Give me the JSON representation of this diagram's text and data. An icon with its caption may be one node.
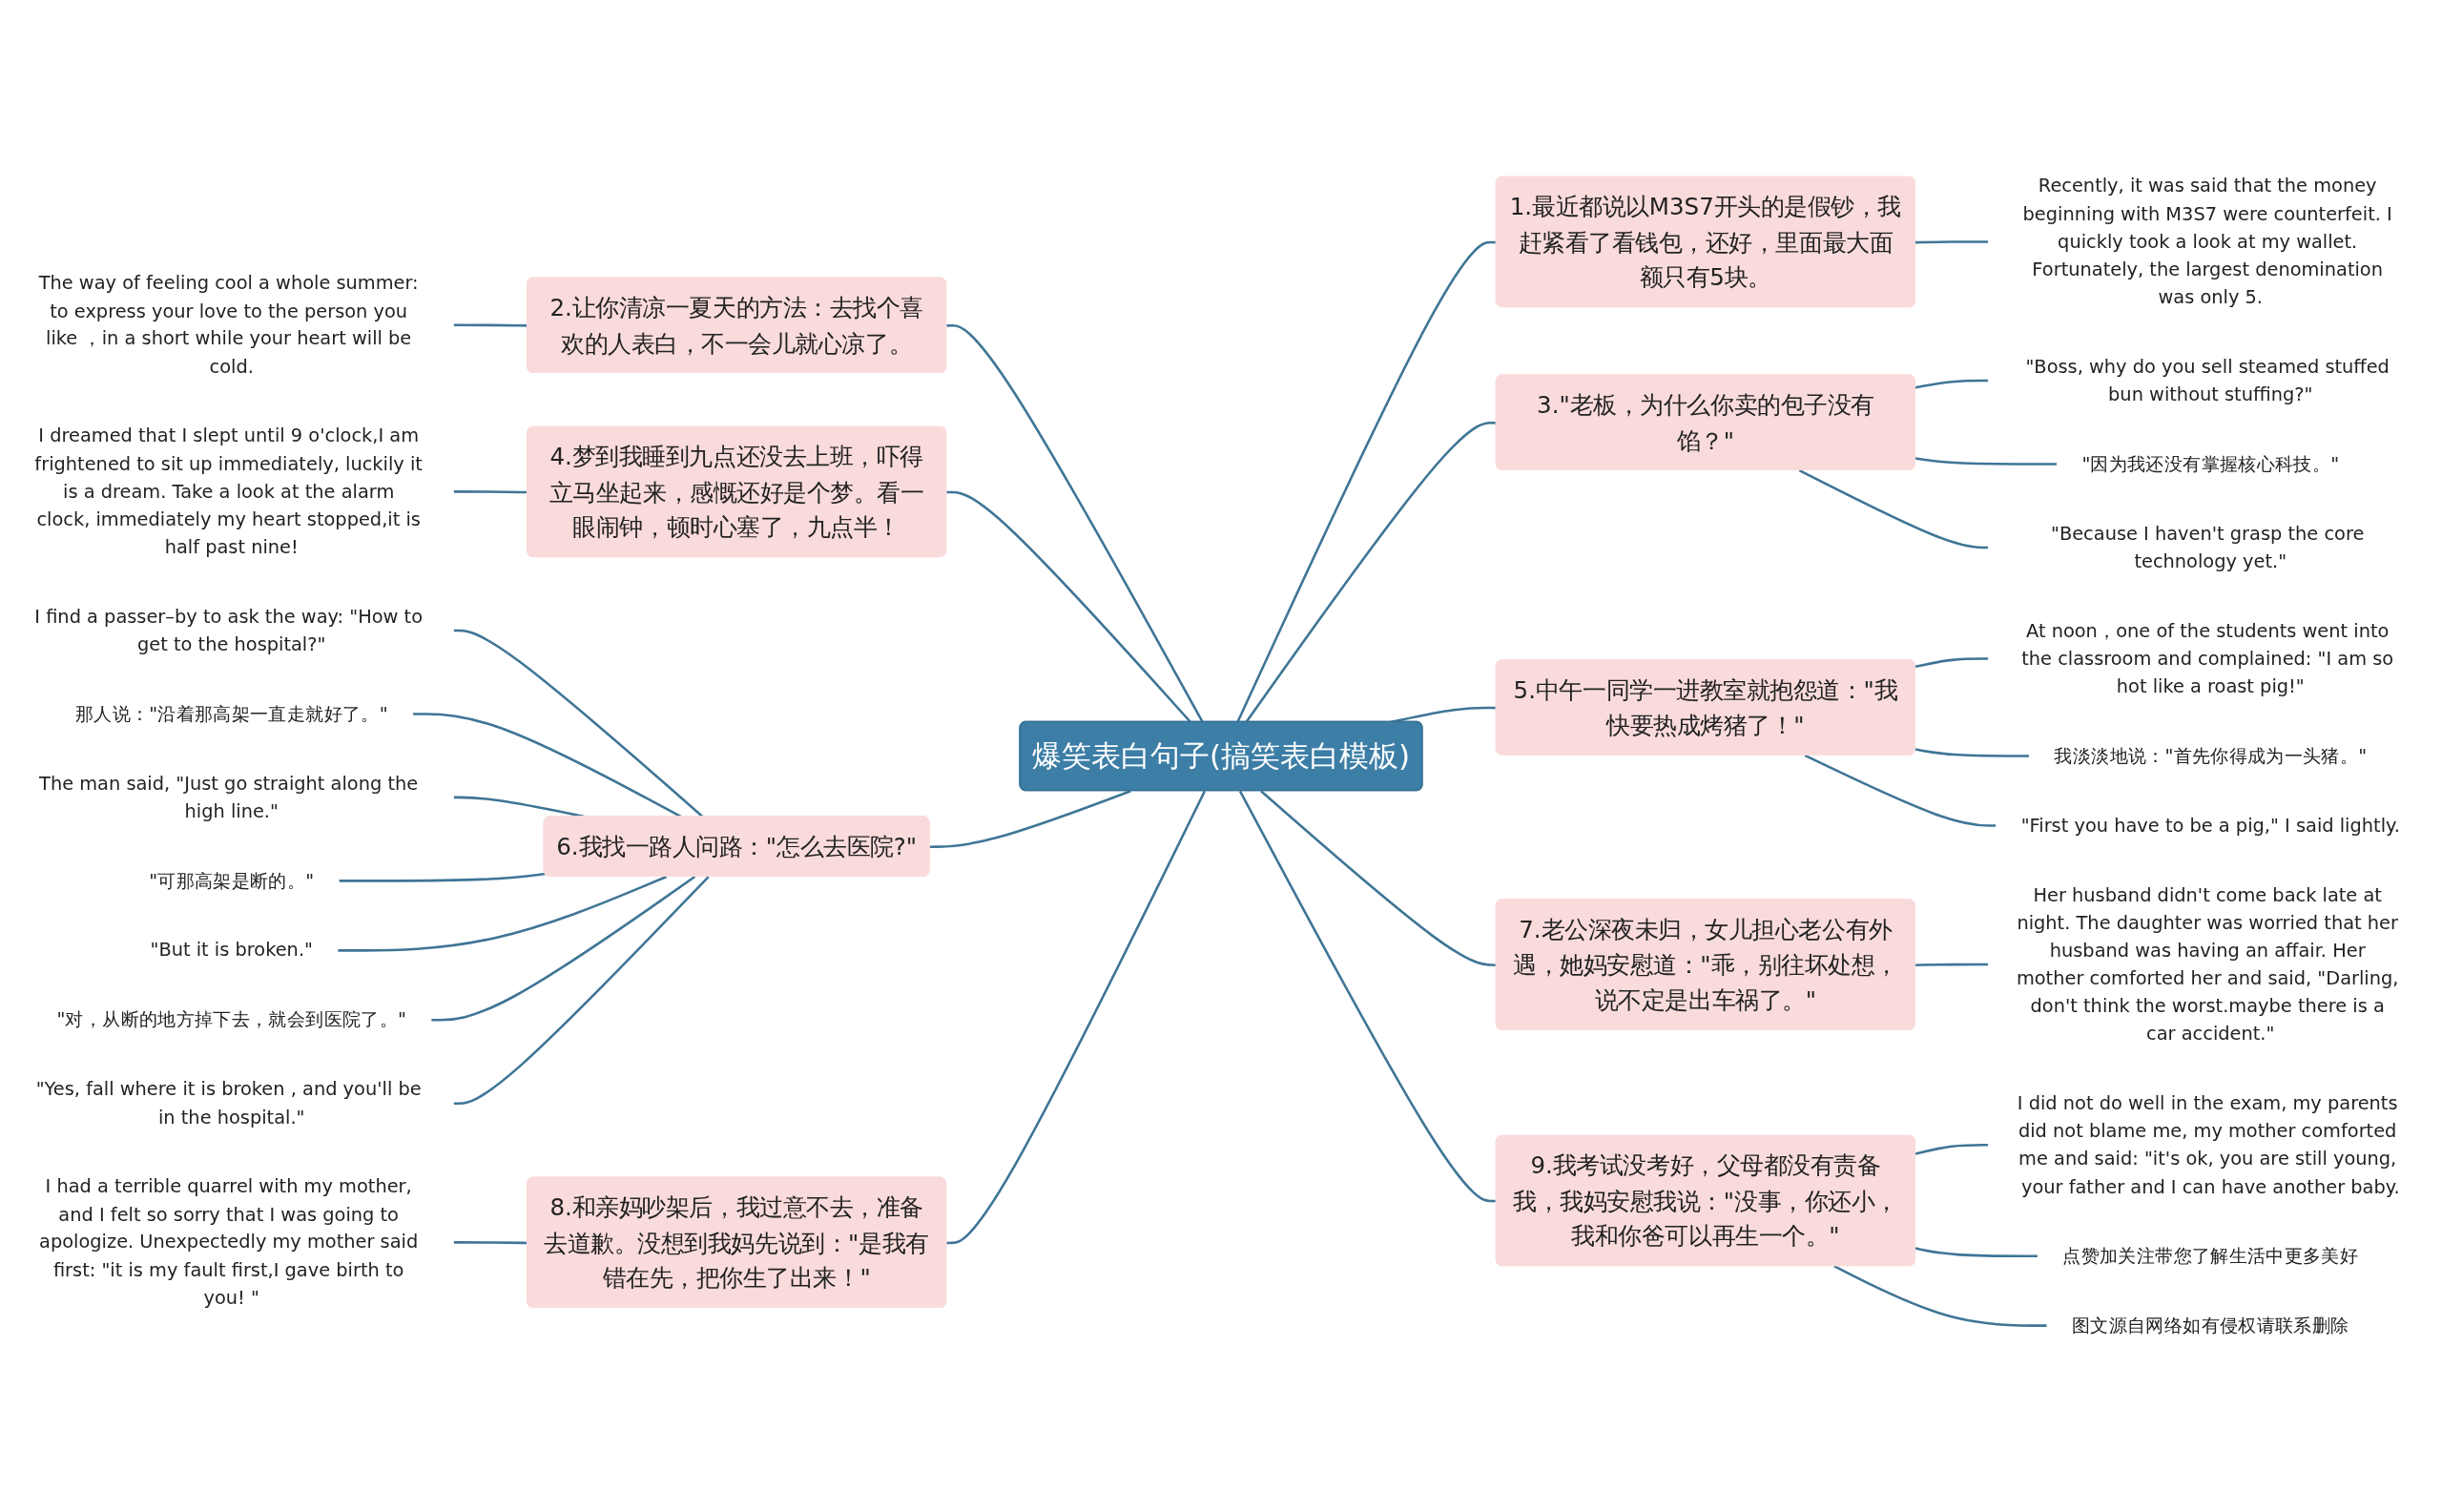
{
  "diagram": {
    "nodes": [
      {
        "text": [
          "爆笑表白句子(搞笑表白模板)"
        ]
      },
      {
        "text": [
          "2.让你清凉一夏天的方法：去找个喜欢的人表白，不一会儿就心凉了。"
        ]
      },
      {
        "text": [
          "4.梦到我睡到九点还没去上班，吓得立马坐起来，感慨还好是个梦。看一眼闹钟，顿时心塞了，九点半！"
        ]
      },
      {
        "text": [
          "6.我找一路人问路：\"怎么去医院?\""
        ]
      },
      {
        "text": [
          "8.和亲妈吵架后，我过意不去，准备去道歉。没想到我妈先说到：\"是我有错在先，把你生了出来！\""
        ]
      },
      {
        "text": [
          "The way of feeling cool a whole summer: to express your love to the person you like ，in a short while your heart will be cold."
        ]
      },
      {
        "text": [
          "I dreamed that I slept until 9 o'clock,I am frightened to sit up immediately, luckily it is a dream. Take a look at the alarm clock, immediately my heart stopped,it is half past nine!"
        ]
      },
      {
        "text": [
          "I find a passer–by to ask the way: \"How to get to the hospital?\""
        ]
      },
      {
        "text": [
          "那人说：\"沿着那高架一直走就好了。\""
        ]
      },
      {
        "text": [
          "The man said, \"Just go straight along the high line.\""
        ]
      },
      {
        "text": [
          "\"可那高架是断的。\""
        ]
      },
      {
        "text": [
          "\"But it is broken.\""
        ]
      },
      {
        "text": [
          "\"对，从断的地方掉下去，就会到医院了。\""
        ]
      },
      {
        "text": [
          "\"Yes, fall where it is broken , and you'll be in the hospital.\""
        ]
      },
      {
        "text": [
          "I had a terrible quarrel with my mother, and I felt so sorry that I was going to apologize. Unexpectedly my mother said first: \"it is my fault first,I gave birth to you! \""
        ]
      },
      {
        "text": [
          "1.最近都说以M3S7开头的是假钞，我赶紧看了看钱包，还好，里面最大面额只有5块。"
        ]
      },
      {
        "text": [
          "3.\"老板，为什么你卖的包子没有馅？\""
        ]
      },
      {
        "text": [
          "5.中午一同学一进教室就抱怨道：\"我快要热成烤猪了！\""
        ]
      },
      {
        "text": [
          "7.老公深夜未归，女儿担心老公有外遇，她妈安慰道：\"乖，别往坏处想，说不定是出车祸了。\""
        ]
      },
      {
        "text": [
          "9.我考试没考好，父母都没有责备我，我妈安慰我说：\"没事，你还小，我和你爸可以再生一个。\""
        ]
      },
      {
        "text": [
          "Recently, it was said that the money beginning with M3S7 were counterfeit. I quickly took a look at my wallet. Fortunately, the largest denomination was only 5."
        ]
      },
      {
        "text": [
          "\"Boss, why do you sell steamed stuffed bun without stuffing?\""
        ]
      },
      {
        "text": [
          "\"因为我还没有掌握核心科技。\""
        ]
      },
      {
        "text": [
          "\"Because I haven't grasp the core technology yet.\""
        ]
      },
      {
        "text": [
          "At noon，one of the students went into the classroom and complained: \"I am so hot like a roast pig!\""
        ]
      },
      {
        "text": [
          "我淡淡地说：\"首先你得成为一头猪。\""
        ]
      },
      {
        "text": [
          "\"First you have to be a pig,\" I said lightly."
        ]
      },
      {
        "text": [
          "Her husband didn't come back late at night. The daughter was worried that her husband was having an affair. Her mother comforted her and said, \"Darling, don't think the worst.maybe there is a car accident.\""
        ]
      },
      {
        "text": [
          "I did not do well in the exam, my parents did not blame me, my mother comforted me and said: \"it's ok, you are still young, your father and I can have another baby."
        ]
      },
      {
        "text": [
          "点赞加关注带您了解生活中更多美好"
        ]
      },
      {
        "text": [
          "图文源自网络如有侵权请联系删除"
        ]
      }
    ],
    "edges": [
      {
        "from": 1,
        "to": 0,
        "arrow": "none"
      },
      {
        "from": 2,
        "to": 0,
        "arrow": "none"
      },
      {
        "from": 3,
        "to": 0,
        "arrow": "none"
      },
      {
        "from": 4,
        "to": 0,
        "arrow": "none"
      },
      {
        "from": 5,
        "to": 1,
        "arrow": "none"
      },
      {
        "from": 6,
        "to": 2,
        "arrow": "none"
      },
      {
        "from": 7,
        "to": 3,
        "arrow": "none"
      },
      {
        "from": 8,
        "to": 3,
        "arrow": "none"
      },
      {
        "from": 9,
        "to": 3,
        "arrow": "none"
      },
      {
        "from": 10,
        "to": 3,
        "arrow": "none"
      },
      {
        "from": 11,
        "to": 3,
        "arrow": "none"
      },
      {
        "from": 12,
        "to": 3,
        "arrow": "none"
      },
      {
        "from": 13,
        "to": 3,
        "arrow": "none"
      },
      {
        "from": 14,
        "to": 4,
        "arrow": "none"
      },
      {
        "from": 0,
        "to": 15,
        "arrow": "none"
      },
      {
        "from": 0,
        "to": 16,
        "arrow": "none"
      },
      {
        "from": 0,
        "to": 17,
        "arrow": "none"
      },
      {
        "from": 0,
        "to": 18,
        "arrow": "none"
      },
      {
        "from": 0,
        "to": 19,
        "arrow": "none"
      },
      {
        "from": 15,
        "to": 20,
        "arrow": "none"
      },
      {
        "from": 16,
        "to": 21,
        "arrow": "none"
      },
      {
        "from": 16,
        "to": 22,
        "arrow": "none"
      },
      {
        "from": 16,
        "to": 23,
        "arrow": "none"
      },
      {
        "from": 17,
        "to": 24,
        "arrow": "none"
      },
      {
        "from": 17,
        "to": 25,
        "arrow": "none"
      },
      {
        "from": 17,
        "to": 26,
        "arrow": "none"
      },
      {
        "from": 18,
        "to": 27,
        "arrow": "none"
      },
      {
        "from": 19,
        "to": 28,
        "arrow": "none"
      },
      {
        "from": 19,
        "to": 29,
        "arrow": "none"
      },
      {
        "from": 19,
        "to": 30,
        "arrow": "none"
      }
    ]
  }
}
